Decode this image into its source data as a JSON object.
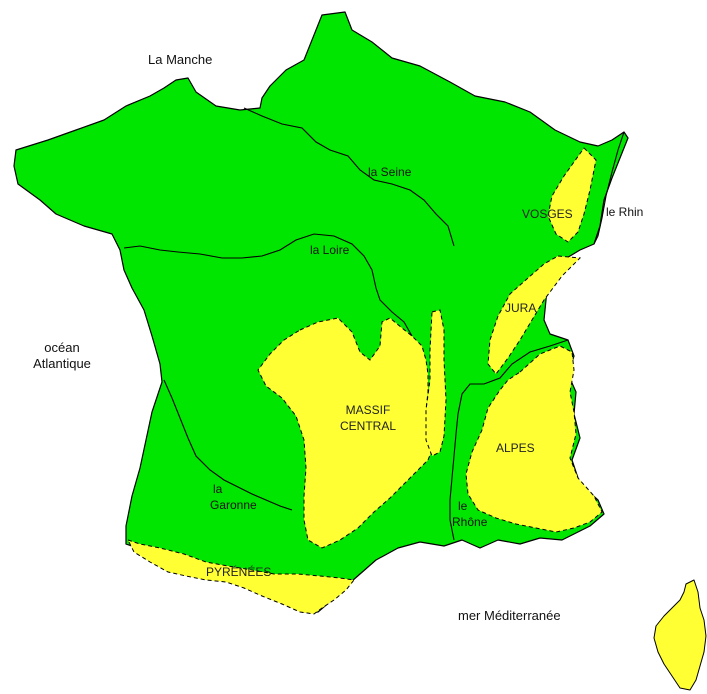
{
  "colors": {
    "lowland": "#00e600",
    "mountain": "#ffff33",
    "outline": "#000000",
    "background": "#ffffff"
  },
  "seas": {
    "manche": "La Manche",
    "atlantique_line1": "océan",
    "atlantique_line2": "Atlantique",
    "mediterranee": "mer Méditerranée"
  },
  "rivers": {
    "seine": "la Seine",
    "loire": "la Loire",
    "rhin": "le Rhin",
    "garonne_line1": "la",
    "garonne_line2": "Garonne",
    "rhone_line1": "le",
    "rhone_line2": "Rhône"
  },
  "mountains": {
    "vosges": "VOSGES",
    "jura": "JURA",
    "massif_central_line1": "MASSIF",
    "massif_central_line2": "CENTRAL",
    "alpes": "ALPES",
    "pyrenees": "PYRÉNÉES"
  }
}
